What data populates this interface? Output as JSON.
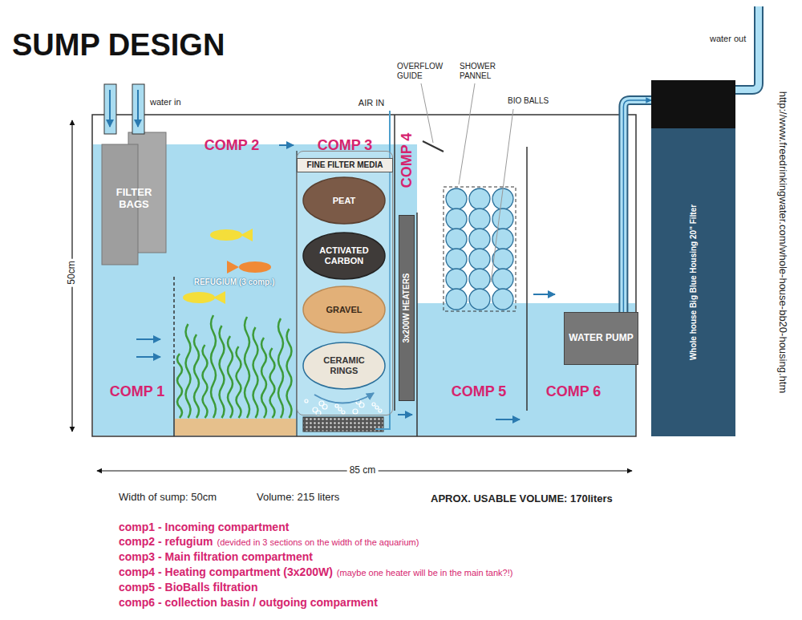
{
  "diagram": {
    "title": "SUMP DESIGN",
    "nodes": [
      {
        "text": [
          "FILTER BAGS"
        ]
      },
      {
        "text": [
          "FINE FILTER MEDIA"
        ]
      },
      {
        "text": [
          "PEAT"
        ],
        "in": 1
      },
      {
        "text": [
          "ACTIVATED CARBON"
        ],
        "in": 1
      },
      {
        "text": [
          "GRAVEL"
        ],
        "in": 1
      },
      {
        "text": [
          "CERAMIC RINGS"
        ],
        "in": 1
      },
      {
        "text": [
          "3x200W HEATERS"
        ]
      },
      {
        "text": [
          "WATER PUMP"
        ]
      },
      {
        "text": [
          "Whole house Big Blue Housing 20\" Filter"
        ]
      }
    ],
    "edges": [
      {
        "from": 7,
        "to": 8,
        "arrow": "to"
      }
    ],
    "labels": [
      "water in",
      "COMP 2",
      "COMP 3",
      "REFUGIUM (3 comp.)",
      "COMP 1",
      "AIR IN",
      "COMP 4",
      "OVERFLOW GUIDE",
      "SHOWER PANNEL",
      "BIO BALLS",
      "COMP 5",
      "COMP 6",
      "water out",
      "http://www.freedrinkingwater.com/whole-house-bb20-housing.htm",
      "50cm",
      "85 cm",
      "Width of sump: 50cm",
      "Volume: 215 liters",
      "APROX. USABLE VOLUME: 170liters",
      "comp1 - Incoming compartment",
      "comp2 - refugium",
      "(devided in 3 sections on the width of the aquarium)",
      "comp3 - Main filtration compartment",
      "comp4 - Heating compartment (3x200W)",
      "(maybe one heater will be in the main tank?!)",
      "comp5 - BioBalls filtration",
      "comp6 - collection basin / outgoing comparment"
    ]
  }
}
